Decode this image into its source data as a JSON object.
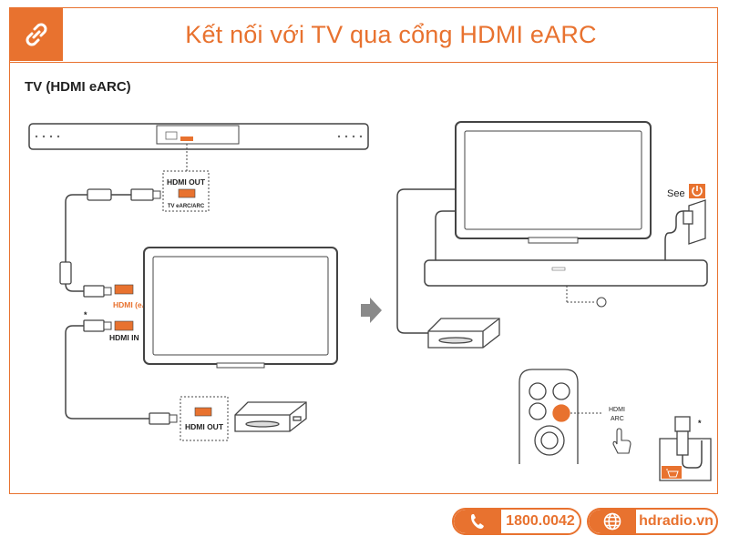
{
  "header": {
    "title": "Kết nối với TV qua cổng HDMI eARC",
    "link_icon": "link-icon"
  },
  "section_title": "TV (HDMI eARC)",
  "labels": {
    "hdmi_out_top": "HDMI OUT",
    "tv_earc_arc": "TV eARC/ARC",
    "hdmi_earc": "HDMI (eARC)",
    "hdmi_in": "HDMI IN",
    "hdmi_out_bottom": "HDMI OUT",
    "asterisk": "*",
    "see": "See",
    "hdmi_arc_line1": "HDMI",
    "hdmi_arc_line2": "ARC",
    "asterisk2": "*"
  },
  "icons": [
    "link-icon",
    "arrow-right-icon",
    "power-icon",
    "hand-pointer-icon",
    "phone-icon",
    "globe-icon",
    "cart-icon"
  ],
  "colors": {
    "accent": "#e8722f",
    "line": "#555555"
  },
  "footer": {
    "phone": "1800.0042",
    "website": "hdradio.vn"
  }
}
